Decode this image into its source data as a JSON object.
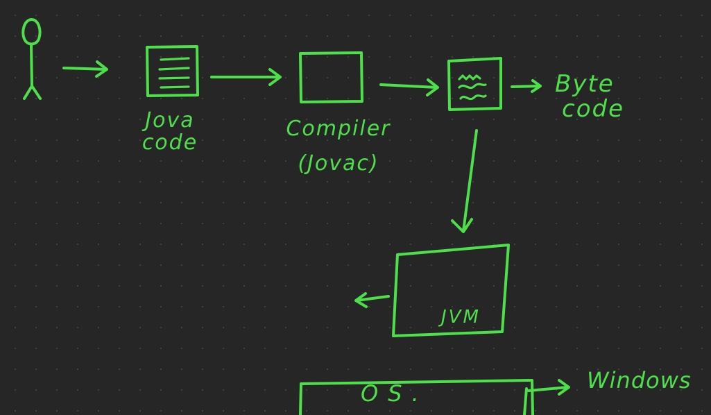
{
  "diagram": {
    "java_code_label": {
      "line1": "Jova",
      "line2": "code"
    },
    "compiler_label": {
      "line1": "Compiler",
      "line2": "(Jovac)"
    },
    "byte_code_label": {
      "line1": "Byte",
      "line2": "code"
    },
    "jvm_label": "JVM",
    "os_label": "OS.",
    "windows_label": "Windows"
  },
  "colors": {
    "background": "#262627",
    "ink": "#4ee04a"
  }
}
